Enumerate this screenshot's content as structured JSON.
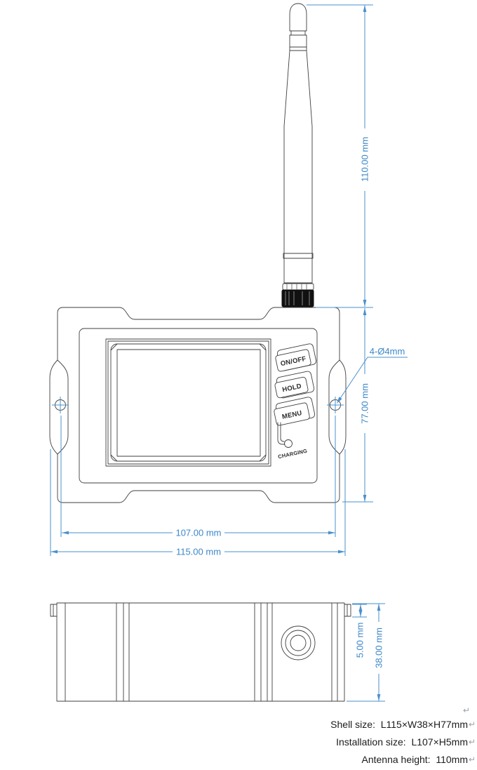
{
  "colors": {
    "line": "#3f3f3f",
    "dimension": "#4a90cd",
    "note_text": "#1c1c1c",
    "return_mark": "#99a3ad",
    "collar_fill": "#111111"
  },
  "front_view": {
    "dim_antenna_height": "110.00 mm",
    "dim_shell_height": "77.00 mm",
    "dim_install_width": "107.00 mm",
    "dim_shell_width": "115.00 mm",
    "label_holes": "4-Ø4mm",
    "buttons": [
      {
        "label": "ON/OFF"
      },
      {
        "label": "HOLD"
      },
      {
        "label": "MENU"
      }
    ],
    "label_charging": "CHARGING"
  },
  "side_view": {
    "dim_flange": "5.00 mm",
    "dim_depth": "38.00 mm"
  },
  "notes": {
    "return_mark": "↵",
    "lines": [
      "Shell size:  L115×W38×H77mm",
      "Installation size:  L107×H5mm",
      "Antenna height:  110mm"
    ]
  }
}
